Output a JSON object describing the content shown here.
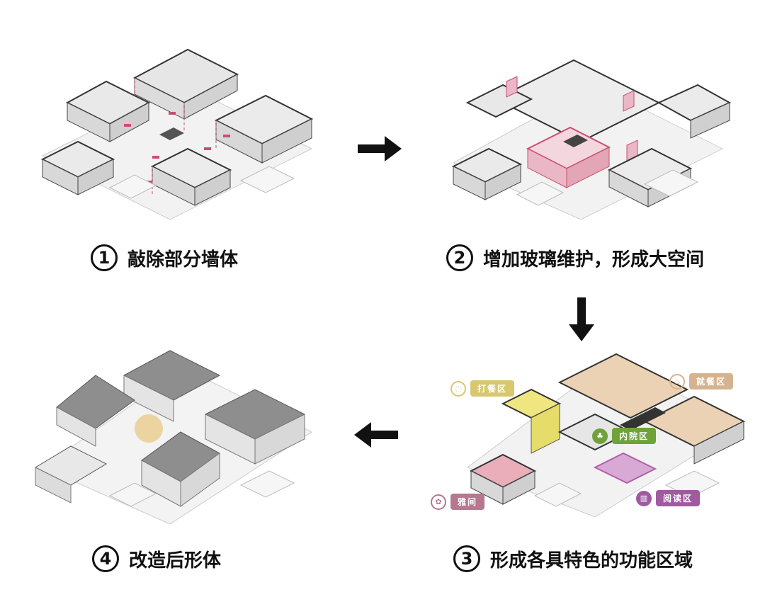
{
  "steps": [
    {
      "num": "①",
      "label": "敲除部分墙体"
    },
    {
      "num": "②",
      "label": "增加玻璃维护，形成大空间"
    },
    {
      "num": "③",
      "label": "形成各具特色的功能区域"
    },
    {
      "num": "④",
      "label": "改造后形体"
    }
  ],
  "zones": {
    "dining_serve": {
      "label": "打餐区",
      "color": "#d9c770"
    },
    "dining": {
      "label": "就餐区",
      "color": "#d6b38f"
    },
    "courtyard": {
      "label": "内院区",
      "color": "#6fa339"
    },
    "reading": {
      "label": "阅读区",
      "color": "#a15aa0"
    },
    "private_room": {
      "label": "雅间",
      "color": "#b57890"
    }
  },
  "colors": {
    "wall": "#2a2a2a",
    "floor": "#efefef",
    "glass_highlight": "#c8506e",
    "roof": "#8a8a8a"
  }
}
